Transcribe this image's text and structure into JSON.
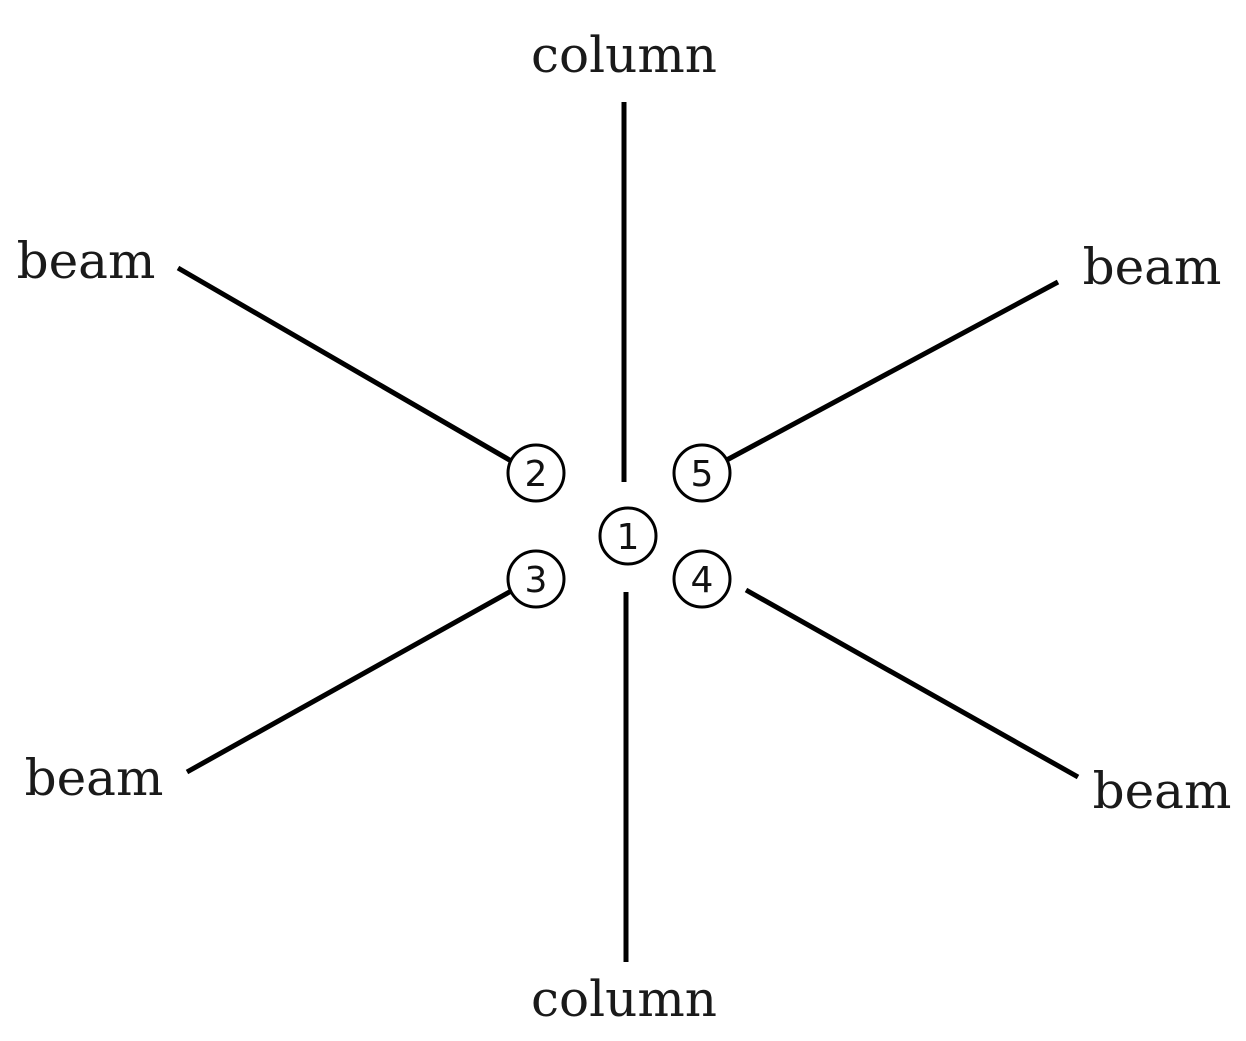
{
  "labels": {
    "column_top": "column",
    "column_bottom": "column",
    "beam_upper_left": "beam",
    "beam_upper_right": "beam",
    "beam_lower_left": "beam",
    "beam_lower_right": "beam"
  },
  "nodes": {
    "center": "1",
    "upper_left": "2",
    "lower_left": "3",
    "lower_right": "4",
    "upper_right": "5"
  },
  "colors": {
    "line": "#000000",
    "text": "#1a1a1a",
    "background": "#ffffff"
  }
}
